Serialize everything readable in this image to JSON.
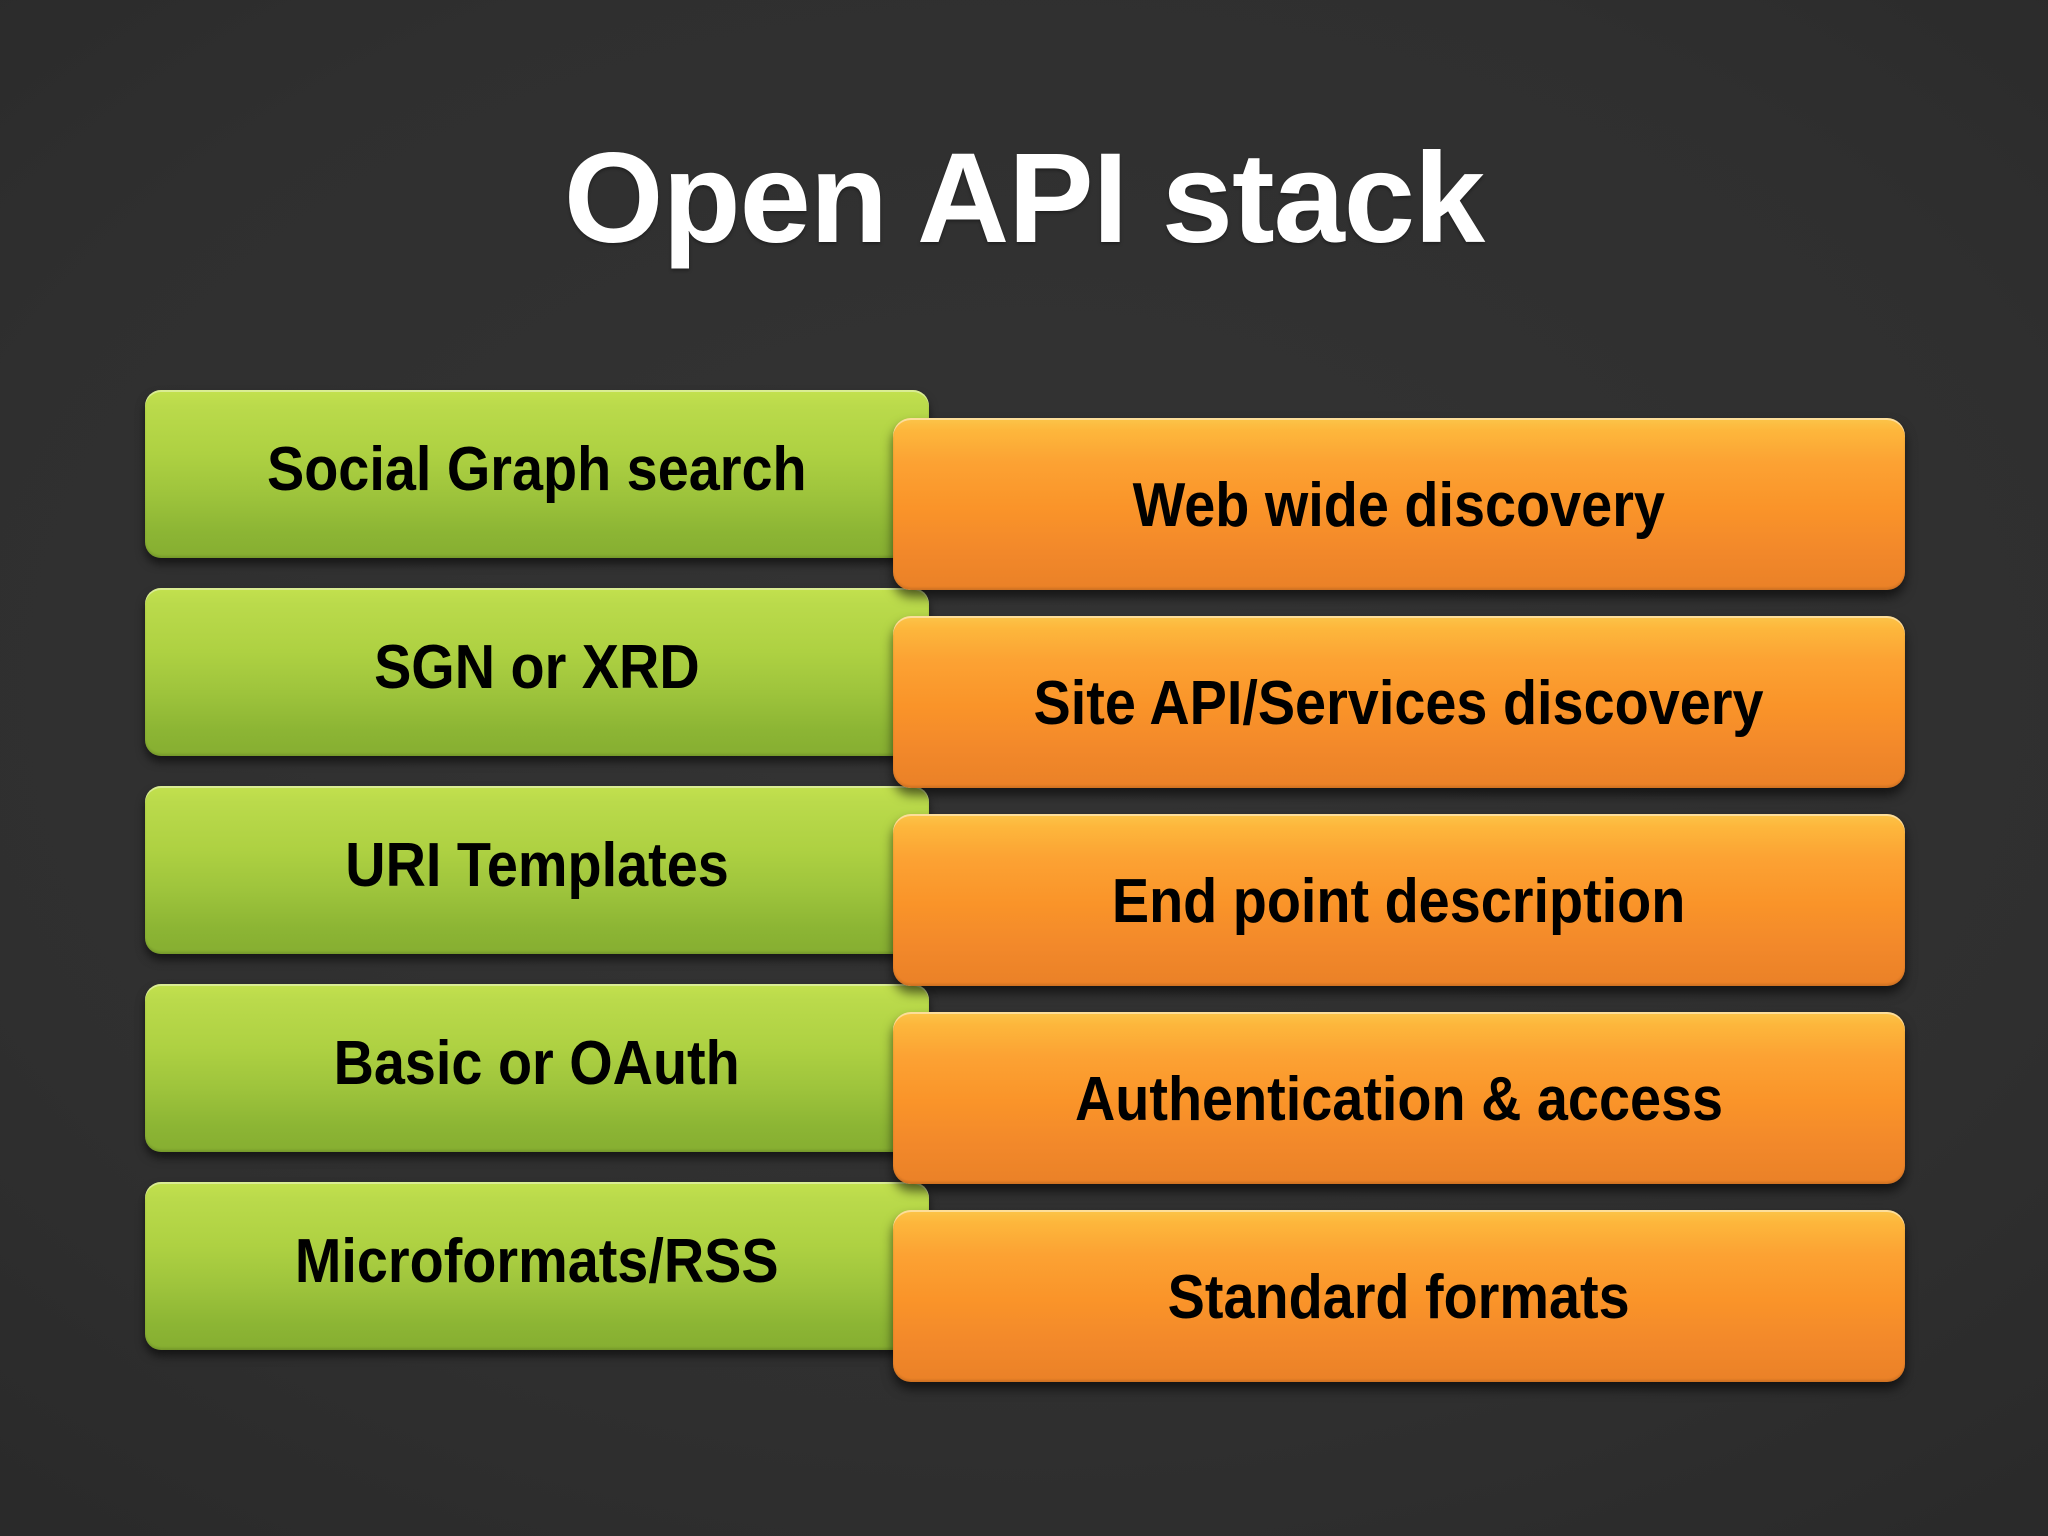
{
  "slide": {
    "title": "Open API stack",
    "background_color": "#2b2b2b",
    "title_color": "#ffffff",
    "green_color": "#a8cc42",
    "orange_color": "#f89a2b",
    "label_color": "#000000"
  },
  "stack": {
    "rows": [
      {
        "technology": "Social Graph search",
        "capability": "Web wide discovery"
      },
      {
        "technology": "SGN or XRD",
        "capability": "Site API/Services discovery"
      },
      {
        "technology": "URI Templates",
        "capability": "End point description"
      },
      {
        "technology": "Basic or OAuth",
        "capability": "Authentication & access"
      },
      {
        "technology": "Microformats/RSS",
        "capability": "Standard formats"
      }
    ]
  }
}
